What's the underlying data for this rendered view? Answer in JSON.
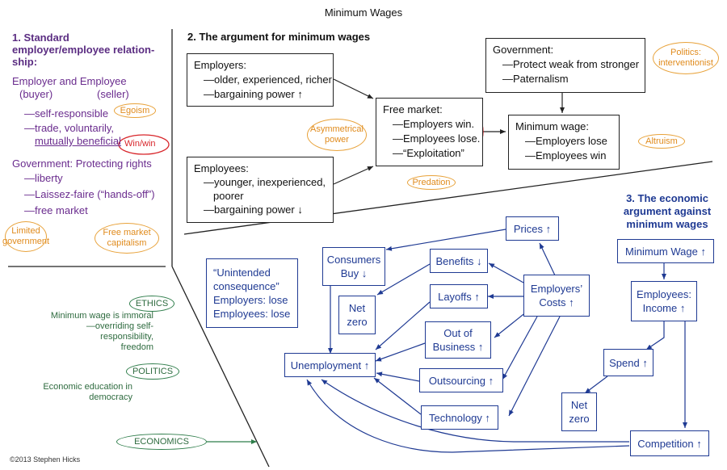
{
  "title": "Minimum Wages",
  "copyright": "©2013 Stephen Hicks",
  "section1": {
    "heading_lines": [
      "1. Standard",
      "employer/employee relation-",
      "ship:"
    ],
    "pair_line": "Employer and Employee",
    "buyer": "(buyer)",
    "seller": "(seller)",
    "items": [
      "—self-responsible",
      "—trade, voluntarily,"
    ],
    "underlined": "mutually beneficial",
    "egoism": "Egoism",
    "winwin": "Win/win",
    "gov_heading": "Government: Protecting rights",
    "gov_items": [
      "—liberty",
      "—Laissez-faire (“hands-off”)",
      "—free market"
    ],
    "limited_gov": [
      "Limited",
      "government"
    ],
    "free_market_cap": [
      "Free market",
      "capitalism"
    ]
  },
  "section2": {
    "heading": "2. The argument for minimum wages",
    "employers": {
      "title": "Employers:",
      "lines": [
        "—older, experienced, richer",
        "—bargaining power ↑"
      ]
    },
    "employees": {
      "title": "Employees:",
      "lines": [
        "—younger, inexperienced,",
        "poorer",
        "—bargaining power ↓"
      ]
    },
    "free_market": {
      "title": "Free market:",
      "lines": [
        "—Employers win.",
        "—Employees lose.",
        "—“Exploitation”"
      ]
    },
    "government": {
      "title": "Government:",
      "lines": [
        "—Protect weak from stronger",
        "—Paternalism"
      ]
    },
    "minimum_wage": {
      "title": "Minimum wage:",
      "lines": [
        "—Employers lose",
        "—Employees win"
      ]
    },
    "asym_power": [
      "Asymmetrical",
      "power"
    ],
    "predation": "Predation",
    "altruism": "Altruism",
    "politics_interventionist": [
      "Politics:",
      "interventionist"
    ]
  },
  "section3": {
    "heading": "3. The economic argument against minimum wages",
    "unintended": [
      "“Unintended",
      "consequence”",
      "Employers: lose",
      "Employees: lose"
    ],
    "prices": "Prices ↑",
    "consumers_buy": [
      "Consumers",
      "Buy ↓"
    ],
    "benefits": "Benefits ↓",
    "layoffs": "Layoffs ↑",
    "out_of_business": [
      "Out of",
      "Business ↑"
    ],
    "outsourcing": "Outsourcing ↑",
    "technology": "Technology ↑",
    "employers_costs": [
      "Employers’",
      "Costs ↑"
    ],
    "net_zero_left": [
      "Net",
      "zero"
    ],
    "unemployment": "Unemployment ↑",
    "minimum_wage": "Minimum Wage ↑",
    "employees_income": [
      "Employees:",
      "Income ↑"
    ],
    "spend": "Spend ↑",
    "net_zero_right": [
      "Net",
      "zero"
    ],
    "competition": "Competition ↑"
  },
  "left_panel": {
    "ethics": "ETHICS",
    "ethics_text": [
      "Minimum wage is immoral",
      "—overriding self-",
      "responsibility,",
      "freedom"
    ],
    "politics": "POLITICS",
    "politics_text": [
      "Economic education in",
      "democracy"
    ],
    "economics": "ECONOMICS"
  },
  "colors": {
    "purple": "#6a2c8e",
    "blue": "#1f3a93",
    "orange": "#e8a23a",
    "green": "#2e7d4a",
    "red": "#d8262b"
  }
}
